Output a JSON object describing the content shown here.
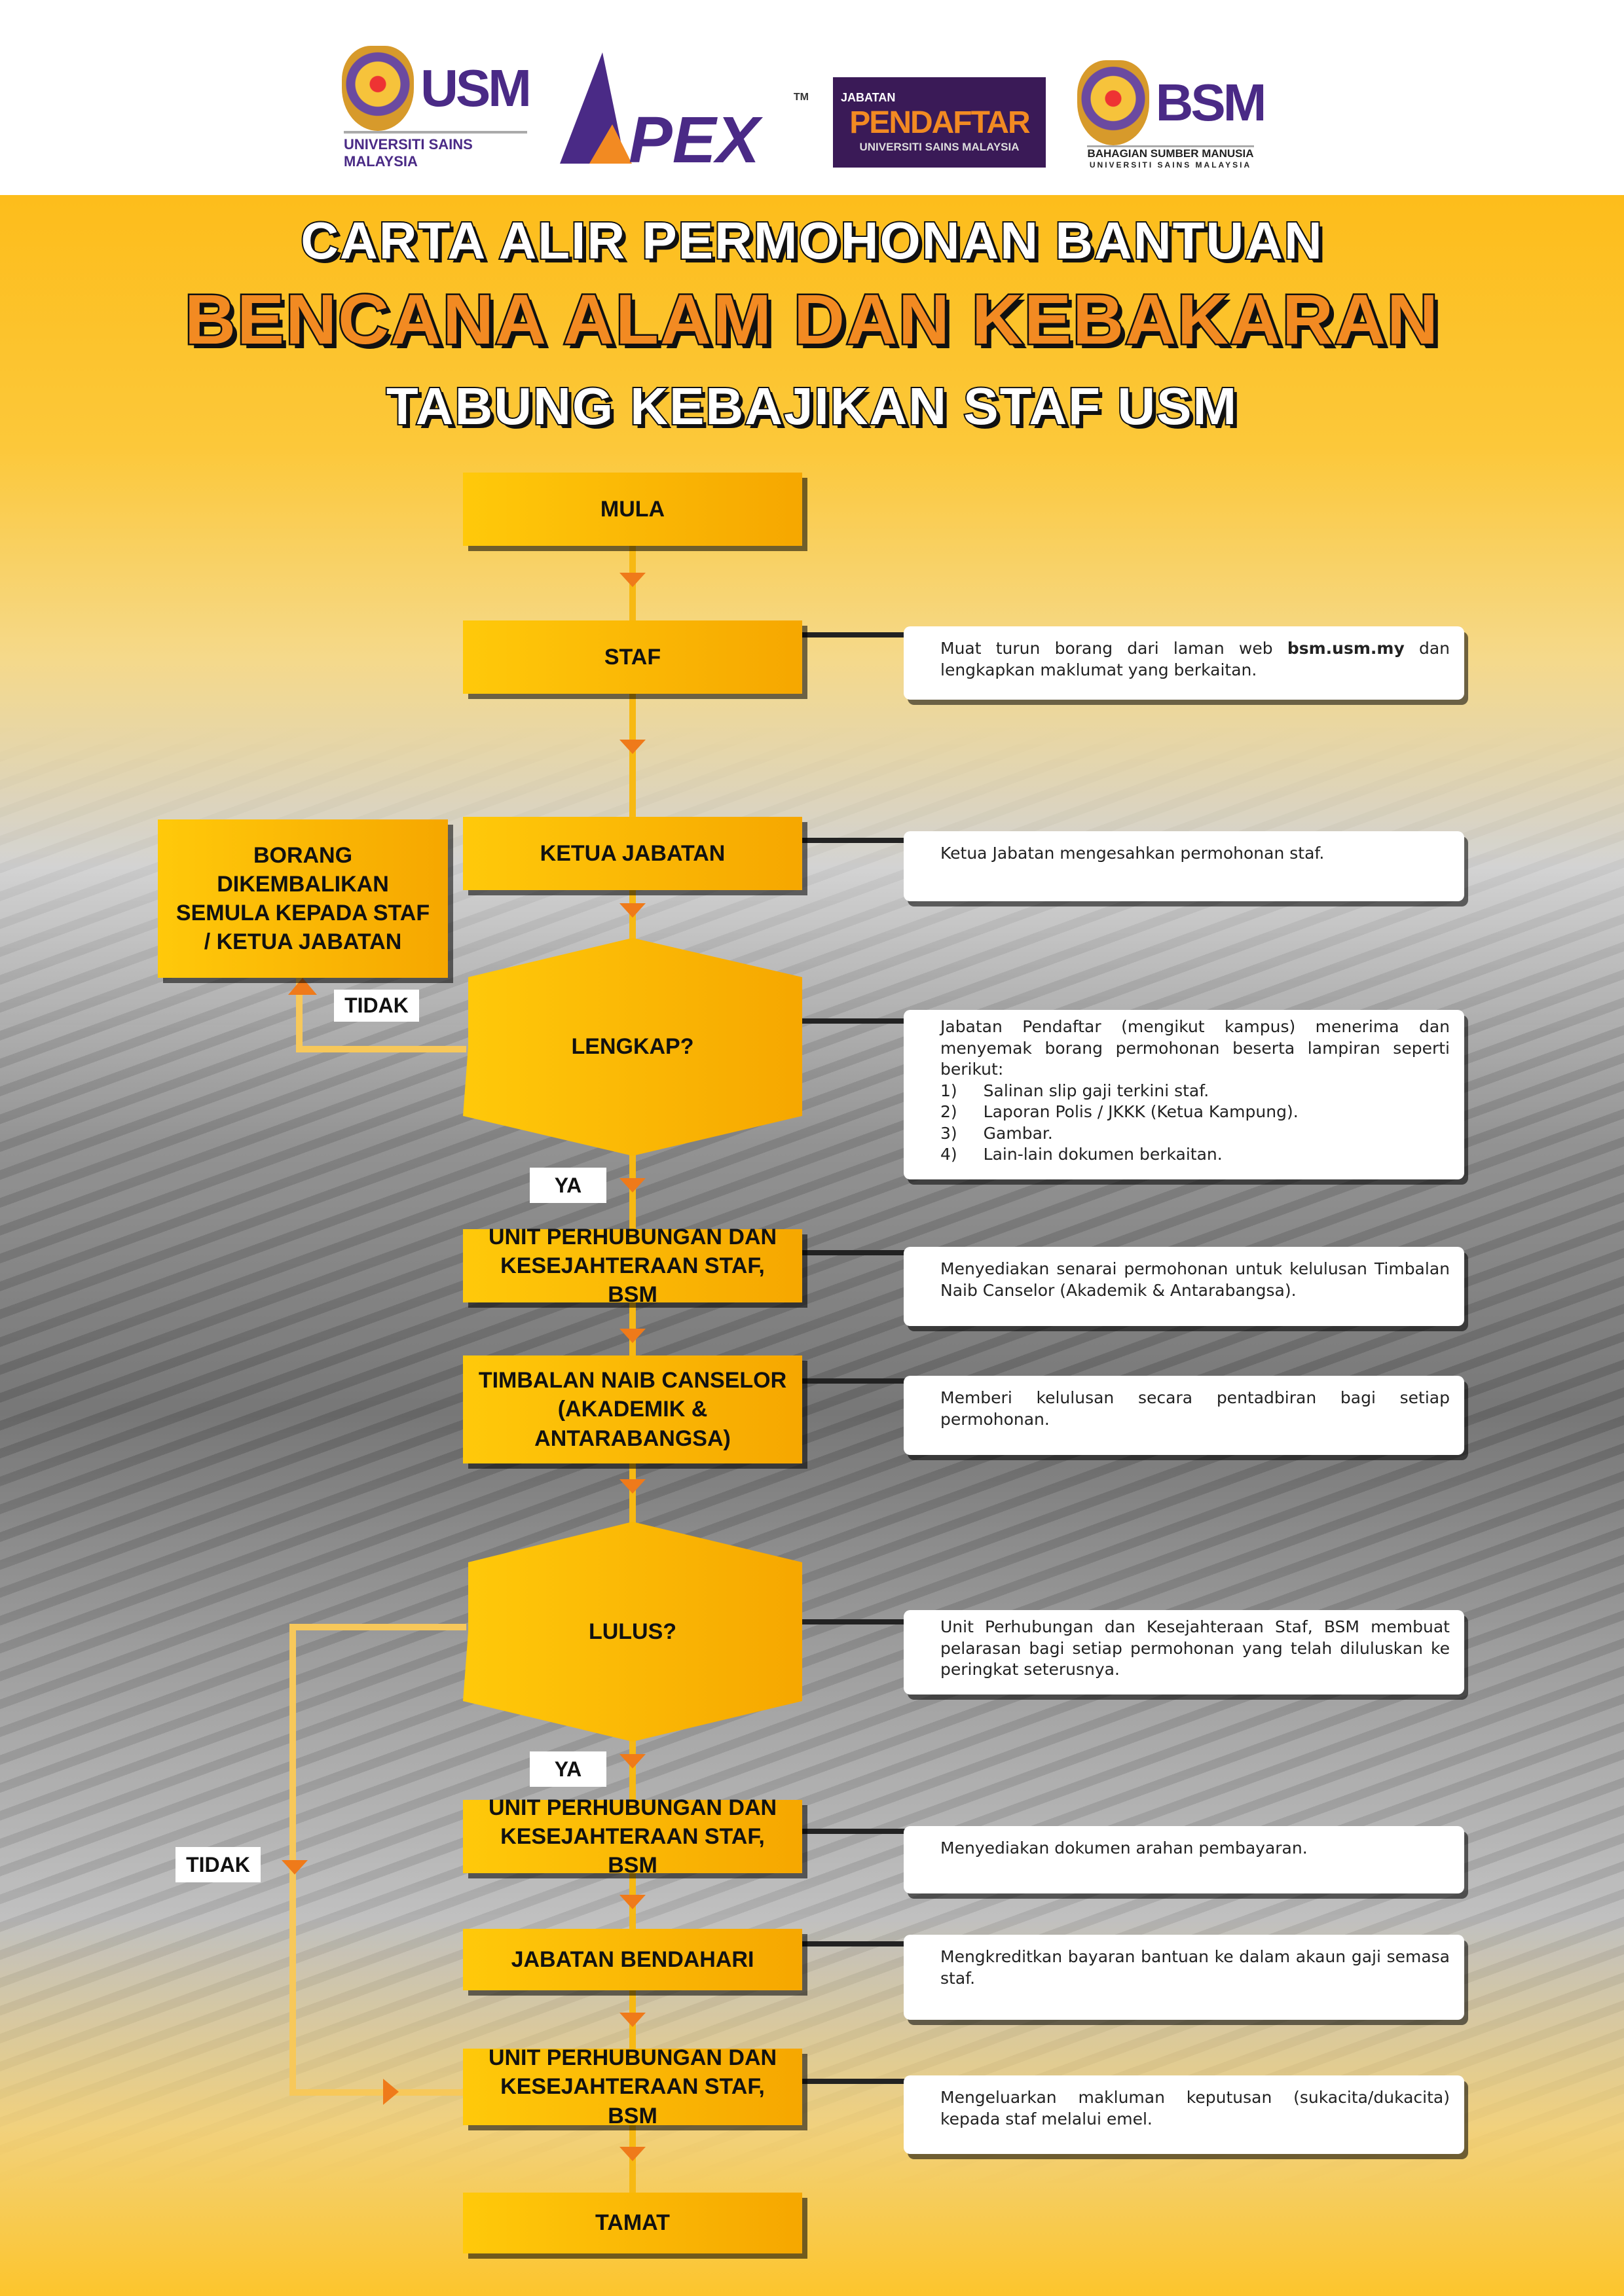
{
  "logos": {
    "usm": {
      "mark": "USM",
      "caption": "UNIVERSITI SAINS MALAYSIA"
    },
    "apex": {
      "mark": "APEX",
      "tm": "TM"
    },
    "pendaftar": {
      "top": "JABATAN",
      "mark": "PENDAFTAR",
      "caption": "UNIVERSITI SAINS MALAYSIA"
    },
    "bsm": {
      "mark": "BSM",
      "caption": "BAHAGIAN SUMBER MANUSIA",
      "sub": "UNIVERSITI SAINS MALAYSIA"
    }
  },
  "title": {
    "line1": "CARTA ALIR PERMOHONAN BANTUAN",
    "line2": "BENCANA ALAM DAN KEBAKARAN",
    "line3": "TABUNG KEBAJIKAN STAF USM"
  },
  "colors": {
    "yellow": "#ffc90a",
    "orange": "#f28a22",
    "purple": "#4a2a86"
  },
  "flow": {
    "mula": "MULA",
    "staf": "STAF",
    "ketua": "KETUA JABATAN",
    "lengkap": "LENGKAP?",
    "unit1": "UNIT PERHUBUNGAN DAN KESEJAHTERAAN STAF, BSM",
    "tnc": "TIMBALAN NAIB CANSELOR (AKADEMIK & ANTARABANGSA)",
    "lulus": "LULUS?",
    "unit2": "UNIT PERHUBUNGAN DAN KESEJAHTERAAN STAF, BSM",
    "bendahari": "JABATAN BENDAHARI",
    "unit3": "UNIT PERHUBUNGAN DAN KESEJAHTERAAN STAF, BSM",
    "tamat": "TAMAT",
    "borang": "BORANG DIKEMBALIKAN SEMULA KEPADA STAF / KETUA JABATAN",
    "ya": "YA",
    "tidak": "TIDAK"
  },
  "notes": {
    "staf_pre": "Muat turun borang dari laman web ",
    "staf_link": "bsm.usm.my",
    "staf_post": " dan lengkapkan maklumat yang berkaitan.",
    "ketua": "Ketua Jabatan mengesahkan permohonan staf.",
    "lengkap_intro": "Jabatan Pendaftar (mengikut kampus) menerima dan menyemak borang permohonan beserta lampiran seperti berikut:",
    "lengkap_items": [
      {
        "n": "1)",
        "t": "Salinan slip gaji terkini staf."
      },
      {
        "n": "2)",
        "t": "Laporan Polis / JKKK (Ketua Kampung)."
      },
      {
        "n": "3)",
        "t": "Gambar."
      },
      {
        "n": "4)",
        "t": "Lain-lain dokumen berkaitan."
      }
    ],
    "unit1": "Menyediakan senarai permohonan untuk kelulusan Timbalan Naib Canselor (Akademik & Antarabangsa).",
    "tnc": "Memberi kelulusan secara pentadbiran bagi setiap permohonan.",
    "lulus": "Unit Perhubungan dan Kesejahteraan Staf, BSM membuat pelarasan bagi setiap permohonan yang telah diluluskan ke peringkat seterusnya.",
    "unit2": "Menyediakan dokumen arahan pembayaran.",
    "bendahari": "Mengkreditkan bayaran bantuan ke dalam akaun gaji semasa staf.",
    "unit3": "Mengeluarkan makluman keputusan (sukacita/dukacita) kepada staf melalui emel."
  }
}
